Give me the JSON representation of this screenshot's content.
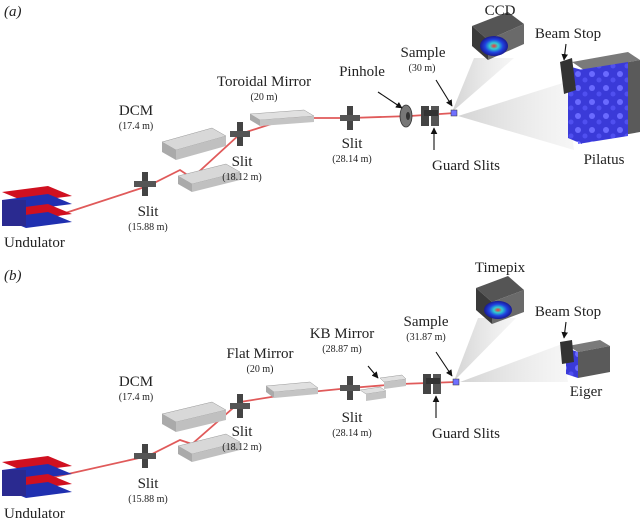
{
  "panel_a": {
    "tag": "(a)",
    "undulator": "Undulator",
    "slit1": {
      "label": "Slit",
      "pos": "(15.88 m)"
    },
    "dcm": {
      "label": "DCM",
      "pos": "(17.4 m)"
    },
    "slit2": {
      "label": "Slit",
      "pos": "(18.12 m)"
    },
    "mirror": {
      "label": "Toroidal Mirror",
      "pos": "(20 m)"
    },
    "slit3": {
      "label": "Slit",
      "pos": "(28.14 m)"
    },
    "pinhole": {
      "label": "Pinhole"
    },
    "guard_slits": {
      "label": "Guard Slits"
    },
    "sample": {
      "label": "Sample",
      "pos": "(30 m)"
    },
    "ccd": {
      "label": "CCD"
    },
    "beam_stop": {
      "label": "Beam Stop"
    },
    "detector": {
      "label": "Pilatus"
    }
  },
  "panel_b": {
    "tag": "(b)",
    "undulator": "Undulator",
    "slit1": {
      "label": "Slit",
      "pos": "(15.88 m)"
    },
    "dcm": {
      "label": "DCM",
      "pos": "(17.4 m)"
    },
    "slit2": {
      "label": "Slit",
      "pos": "(18.12 m)"
    },
    "mirror": {
      "label": "Flat Mirror",
      "pos": "(20 m)"
    },
    "slit3": {
      "label": "Slit",
      "pos": "(28.14 m)"
    },
    "kb_mirror": {
      "label": "KB Mirror",
      "pos": "(28.87 m)"
    },
    "guard_slits": {
      "label": "Guard Slits"
    },
    "sample": {
      "label": "Sample",
      "pos": "(31.87 m)"
    },
    "timepix": {
      "label": "Timepix"
    },
    "beam_stop": {
      "label": "Beam Stop"
    },
    "detector": {
      "label": "Eiger"
    }
  },
  "colors": {
    "beam": "#e05a5a",
    "undulator_red": "#d01020",
    "undulator_blue": "#2030b0",
    "optics_gray": "#c8c8c8",
    "detector_gray": "#555555",
    "detector_blue": "#4040e0"
  }
}
